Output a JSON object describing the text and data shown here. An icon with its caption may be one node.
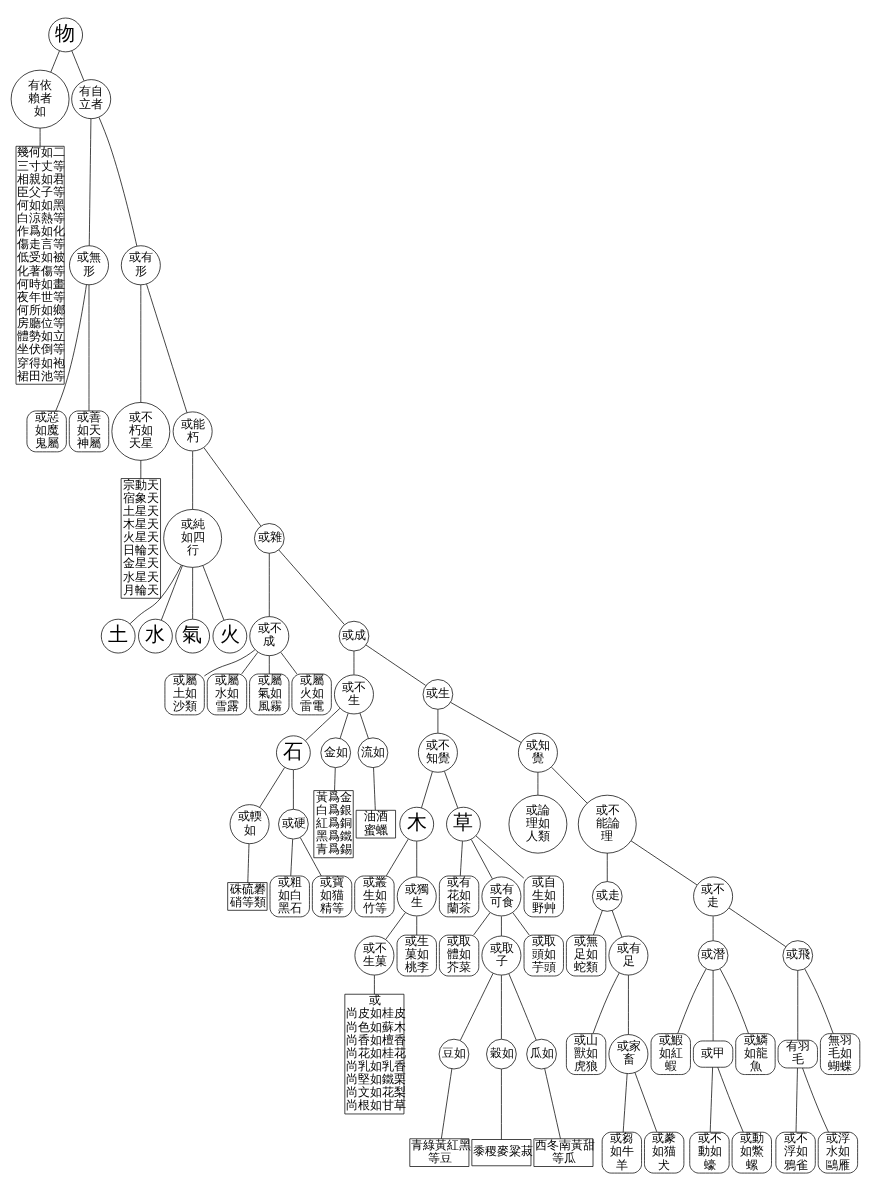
{
  "diagram": {
    "nodes": [
      {
        "text": [
          "物"
        ]
      },
      {
        "text": [
          "有依賴者如"
        ]
      },
      {
        "text": [
          "幾何如二三寸丈等相親如君臣父子等何如如黑白涼熱等作爲如化傷走言等低受如被化著傷等何時如畫夜年世等何所如鄉房廳位等體勢如立坐伏倒等穿得如袍裙田池等"
        ]
      },
      {
        "text": [
          "有自立者"
        ]
      },
      {
        "text": [
          "或無形"
        ]
      },
      {
        "text": [
          "或惡如魔鬼屬"
        ]
      },
      {
        "text": [
          "或善如天神屬"
        ]
      },
      {
        "text": [
          "或有形"
        ]
      },
      {
        "text": [
          "或不朽如天星"
        ]
      },
      {
        "text": [
          "宗動天宿象天土星天木星天火星天日輪天金星天水星天月輪天"
        ]
      },
      {
        "text": [
          "或能朽"
        ]
      },
      {
        "text": [
          "或純如四行"
        ]
      },
      {
        "text": [
          "土"
        ]
      },
      {
        "text": [
          "水"
        ]
      },
      {
        "text": [
          "氣"
        ]
      },
      {
        "text": [
          "火"
        ]
      },
      {
        "text": [
          "或雜"
        ]
      },
      {
        "text": [
          "或不成"
        ]
      },
      {
        "text": [
          "或屬土如沙類"
        ]
      },
      {
        "text": [
          "或屬水如雪露"
        ]
      },
      {
        "text": [
          "或屬氣如風霧"
        ]
      },
      {
        "text": [
          "或屬火如雷電"
        ]
      },
      {
        "text": [
          "或成"
        ]
      },
      {
        "text": [
          "或不生"
        ]
      },
      {
        "text": [
          "石"
        ]
      },
      {
        "text": [
          "金如"
        ]
      },
      {
        "text": [
          "流如"
        ]
      },
      {
        "text": [
          "或輭如"
        ]
      },
      {
        "text": [
          "黃爲金白爲銀紅爲銅黑爲鐵青爲錫"
        ]
      },
      {
        "text": [
          "油酒蜜蠟"
        ]
      },
      {
        "text": [
          "硃硫礬硝等類"
        ]
      },
      {
        "text": [
          "或硬"
        ]
      },
      {
        "text": [
          "或粗如白黑石"
        ]
      },
      {
        "text": [
          "或寶如猫精等"
        ]
      },
      {
        "text": [
          "或生"
        ]
      },
      {
        "text": [
          "或不知覺"
        ]
      },
      {
        "text": [
          "木"
        ]
      },
      {
        "text": [
          "草"
        ]
      },
      {
        "text": [
          "或論理如人類"
        ]
      },
      {
        "text": [
          "或知覺"
        ]
      },
      {
        "text": [
          "或不能論理"
        ]
      },
      {
        "text": [
          "或叢生如竹等"
        ]
      },
      {
        "text": [
          "或獨生"
        ]
      },
      {
        "text": [
          "或不生菓"
        ]
      },
      {
        "text": [
          "或生菓如桃李"
        ]
      },
      {
        "text": [
          "或",
          "尚皮如桂皮尚色如蘇木尚香如檀香尚花如桂花",
          "尚乳如乳香尚堅如鐵栗尚文如花梨尚根如甘草"
        ]
      },
      {
        "text": [
          "或有花如蘭茶"
        ]
      },
      {
        "text": [
          "或有可食"
        ]
      },
      {
        "text": [
          "或自生如野艸"
        ]
      },
      {
        "text": [
          "或取體如芥菜"
        ]
      },
      {
        "text": [
          "或取子"
        ]
      },
      {
        "text": [
          "或取頭如芋頭"
        ]
      },
      {
        "text": [
          "豆如"
        ]
      },
      {
        "text": [
          "穀如"
        ]
      },
      {
        "text": [
          "瓜如"
        ]
      },
      {
        "text": [
          "青綠黃紅黑",
          "等豆"
        ]
      },
      {
        "text": [
          "黍稷麥粱菽"
        ]
      },
      {
        "text": [
          "西冬南黃甜",
          "等瓜"
        ]
      },
      {
        "text": [
          "或走"
        ]
      },
      {
        "text": [
          "或無足如蛇類"
        ]
      },
      {
        "text": [
          "或不走"
        ]
      },
      {
        "text": [
          "或潛"
        ]
      },
      {
        "text": [
          "或飛"
        ]
      },
      {
        "text": [
          "或有足"
        ]
      },
      {
        "text": [
          "或山獸如虎狼"
        ]
      },
      {
        "text": [
          "或家畜"
        ]
      },
      {
        "text": [
          "或鰕如紅蝦"
        ]
      },
      {
        "text": [
          "或甲"
        ]
      },
      {
        "text": [
          "或鱗如龍魚"
        ]
      },
      {
        "text": [
          "有羽毛"
        ]
      },
      {
        "text": [
          "無羽毛如蝴蝶"
        ]
      },
      {
        "text": [
          "或芻如牛羊"
        ]
      },
      {
        "text": [
          "或豢如猫犬"
        ]
      },
      {
        "text": [
          "或不動如蠔"
        ]
      },
      {
        "text": [
          "或動如鱉螺"
        ]
      },
      {
        "text": [
          "或不浮如鴉雀"
        ]
      },
      {
        "text": [
          "或浮水如鷗雁"
        ]
      }
    ],
    "edges": [
      {
        "from": 0,
        "to": 1,
        "arrow": "none"
      },
      {
        "from": 0,
        "to": 3,
        "arrow": "none"
      },
      {
        "from": 1,
        "to": 2,
        "arrow": "none"
      },
      {
        "from": 3,
        "to": 4,
        "arrow": "none"
      },
      {
        "from": 4,
        "to": 5,
        "arrow": "none"
      },
      {
        "from": 4,
        "to": 6,
        "arrow": "none"
      },
      {
        "from": 3,
        "to": 7,
        "arrow": "none"
      },
      {
        "from": 7,
        "to": 8,
        "arrow": "none"
      },
      {
        "from": 8,
        "to": 9,
        "arrow": "none"
      },
      {
        "from": 7,
        "to": 10,
        "arrow": "none"
      },
      {
        "from": 10,
        "to": 11,
        "arrow": "none"
      },
      {
        "from": 11,
        "to": 12,
        "arrow": "none"
      },
      {
        "from": 11,
        "to": 13,
        "arrow": "none"
      },
      {
        "from": 11,
        "to": 14,
        "arrow": "none"
      },
      {
        "from": 11,
        "to": 15,
        "arrow": "none"
      },
      {
        "from": 10,
        "to": 16,
        "arrow": "none"
      },
      {
        "from": 16,
        "to": 17,
        "arrow": "none"
      },
      {
        "from": 17,
        "to": 18,
        "arrow": "none"
      },
      {
        "from": 17,
        "to": 19,
        "arrow": "none"
      },
      {
        "from": 17,
        "to": 20,
        "arrow": "none"
      },
      {
        "from": 17,
        "to": 21,
        "arrow": "none"
      },
      {
        "from": 16,
        "to": 22,
        "arrow": "none"
      },
      {
        "from": 22,
        "to": 23,
        "arrow": "none"
      },
      {
        "from": 23,
        "to": 24,
        "arrow": "none"
      },
      {
        "from": 23,
        "to": 25,
        "arrow": "none"
      },
      {
        "from": 23,
        "to": 26,
        "arrow": "none"
      },
      {
        "from": 25,
        "to": 28,
        "arrow": "none"
      },
      {
        "from": 26,
        "to": 29,
        "arrow": "none"
      },
      {
        "from": 24,
        "to": 27,
        "arrow": "none"
      },
      {
        "from": 27,
        "to": 30,
        "arrow": "none"
      },
      {
        "from": 24,
        "to": 31,
        "arrow": "none"
      },
      {
        "from": 31,
        "to": 32,
        "arrow": "none"
      },
      {
        "from": 31,
        "to": 33,
        "arrow": "none"
      },
      {
        "from": 22,
        "to": 34,
        "arrow": "none"
      },
      {
        "from": 34,
        "to": 35,
        "arrow": "none"
      },
      {
        "from": 35,
        "to": 36,
        "arrow": "none"
      },
      {
        "from": 35,
        "to": 37,
        "arrow": "none"
      },
      {
        "from": 34,
        "to": 39,
        "arrow": "none"
      },
      {
        "from": 39,
        "to": 38,
        "arrow": "none"
      },
      {
        "from": 39,
        "to": 40,
        "arrow": "none"
      },
      {
        "from": 36,
        "to": 41,
        "arrow": "none"
      },
      {
        "from": 36,
        "to": 42,
        "arrow": "none"
      },
      {
        "from": 42,
        "to": 43,
        "arrow": "none"
      },
      {
        "from": 42,
        "to": 44,
        "arrow": "none"
      },
      {
        "from": 43,
        "to": 45,
        "arrow": "none"
      },
      {
        "from": 37,
        "to": 46,
        "arrow": "none"
      },
      {
        "from": 37,
        "to": 47,
        "arrow": "none"
      },
      {
        "from": 37,
        "to": 48,
        "arrow": "none"
      },
      {
        "from": 47,
        "to": 49,
        "arrow": "none"
      },
      {
        "from": 47,
        "to": 50,
        "arrow": "none"
      },
      {
        "from": 47,
        "to": 51,
        "arrow": "none"
      },
      {
        "from": 50,
        "to": 52,
        "arrow": "none"
      },
      {
        "from": 50,
        "to": 53,
        "arrow": "none"
      },
      {
        "from": 50,
        "to": 54,
        "arrow": "none"
      },
      {
        "from": 52,
        "to": 55,
        "arrow": "none"
      },
      {
        "from": 53,
        "to": 56,
        "arrow": "none"
      },
      {
        "from": 54,
        "to": 57,
        "arrow": "none"
      },
      {
        "from": 40,
        "to": 58,
        "arrow": "none"
      },
      {
        "from": 40,
        "to": 60,
        "arrow": "none"
      },
      {
        "from": 58,
        "to": 59,
        "arrow": "none"
      },
      {
        "from": 58,
        "to": 63,
        "arrow": "none"
      },
      {
        "from": 63,
        "to": 64,
        "arrow": "none"
      },
      {
        "from": 63,
        "to": 65,
        "arrow": "none"
      },
      {
        "from": 65,
        "to": 71,
        "arrow": "none"
      },
      {
        "from": 65,
        "to": 72,
        "arrow": "none"
      },
      {
        "from": 60,
        "to": 61,
        "arrow": "none"
      },
      {
        "from": 60,
        "to": 62,
        "arrow": "none"
      },
      {
        "from": 61,
        "to": 66,
        "arrow": "none"
      },
      {
        "from": 61,
        "to": 67,
        "arrow": "none"
      },
      {
        "from": 61,
        "to": 68,
        "arrow": "none"
      },
      {
        "from": 67,
        "to": 73,
        "arrow": "none"
      },
      {
        "from": 67,
        "to": 74,
        "arrow": "none"
      },
      {
        "from": 62,
        "to": 69,
        "arrow": "none"
      },
      {
        "from": 62,
        "to": 70,
        "arrow": "none"
      },
      {
        "from": 69,
        "to": 75,
        "arrow": "none"
      },
      {
        "from": 69,
        "to": 76,
        "arrow": "none"
      }
    ]
  }
}
